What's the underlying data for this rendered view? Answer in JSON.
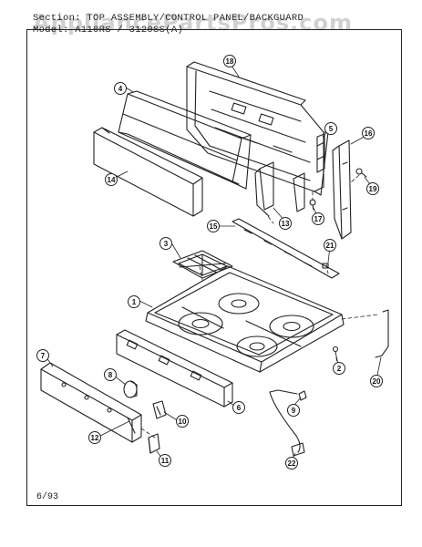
{
  "header": {
    "section_line": "Section:   TOP ASSEMBLY/CONTROL PANEL/BACKGUARD",
    "model_line": "Model:  A110RS / 3120SS(A)"
  },
  "watermark": {
    "text": "AppliancePartsPros.com",
    "color": "#aaaaaa"
  },
  "footer": {
    "date": "6/93"
  },
  "callouts": {
    "p1": "1",
    "p2": "2",
    "p3": "3",
    "p4": "4",
    "p5": "5",
    "p6": "6",
    "p7": "7",
    "p8": "8",
    "p9": "9",
    "p10": "10",
    "p11": "11",
    "p12": "12",
    "p13": "13",
    "p14": "14",
    "p15": "15",
    "p16": "16",
    "p17": "17",
    "p18": "18",
    "p19": "19",
    "p20": "20",
    "p21": "21",
    "p22": "22"
  }
}
